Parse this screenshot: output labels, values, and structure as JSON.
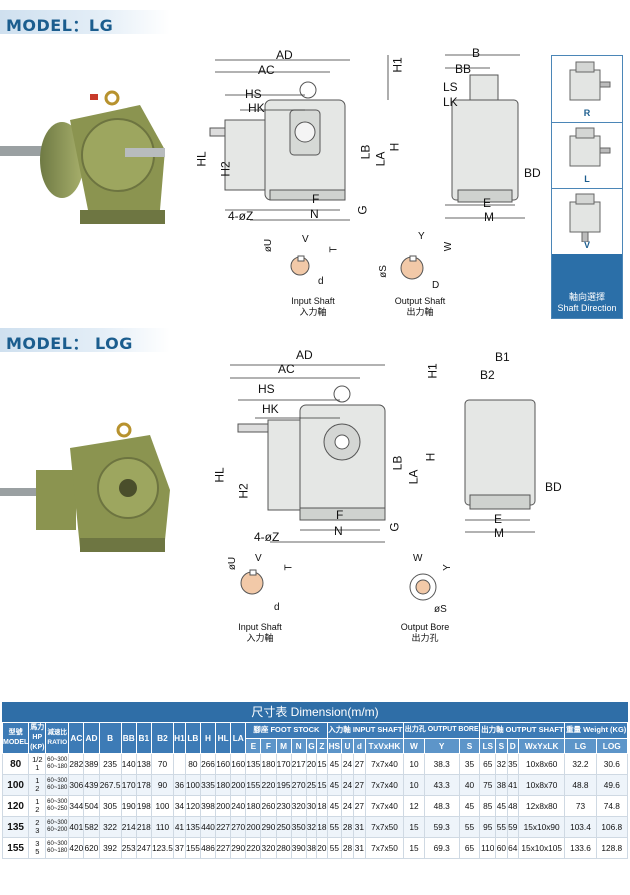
{
  "model_lg": {
    "title": "MODEL：LG"
  },
  "model_log": {
    "title": "MODEL： LOG"
  },
  "lg_dims": {
    "top": [
      "AD",
      "AC",
      "HS",
      "HK",
      "H1",
      "HL",
      "H2",
      "LB",
      "LA",
      "H",
      "F",
      "N",
      "G",
      "4-øZ"
    ],
    "side": [
      "B",
      "BB",
      "LS",
      "LK",
      "BD",
      "E",
      "M"
    ]
  },
  "log_dims": {
    "top": [
      "AD",
      "AC",
      "HS",
      "HK",
      "H1",
      "HL",
      "H2",
      "LB",
      "LA",
      "H",
      "F",
      "N",
      "G",
      "4-øZ"
    ],
    "side": [
      "B1",
      "B2",
      "BD",
      "E",
      "M"
    ]
  },
  "shaft_labels": {
    "input": [
      "øU",
      "V",
      "T",
      "d"
    ],
    "output_lg": [
      "Y",
      "W",
      "øS",
      "D"
    ],
    "output_log": [
      "W",
      "Y",
      "øS"
    ]
  },
  "captions": {
    "input_shaft_en": "Input Shaft",
    "input_shaft_zh": "入力軸",
    "output_shaft_en": "Output Shaft",
    "output_shaft_zh": "出力軸",
    "output_bore_en": "Output Bore",
    "output_bore_zh": "出力孔"
  },
  "shaft_direction": {
    "options": [
      "R",
      "L",
      "V"
    ],
    "label_zh": "軸向選擇",
    "label_en": "Shaft Direction"
  },
  "table": {
    "title": "尺寸表 Dimension(m/m)",
    "headers": {
      "model": "型號 MODEL",
      "hp": "馬力 HP (KP)",
      "ratio": "減速比 RATIO",
      "foot_stock": "腳座 FOOT STOCK",
      "input_shaft": "入力軸 INPUT SHAFT",
      "output_bore": "出力孔 OUTPUT BORE",
      "output_shaft": "出力軸 OUTPUT SHAFT",
      "weight": "重量 Weight (KG)"
    },
    "cols_main": [
      "AC",
      "AD",
      "B",
      "BB",
      "B1",
      "B2",
      "H1",
      "LB",
      "H",
      "HL",
      "LA"
    ],
    "cols_foot": [
      "E",
      "F",
      "M",
      "N",
      "G",
      "Z"
    ],
    "cols_input": [
      "HS",
      "U",
      "d",
      "TxVxHK"
    ],
    "cols_bore": [
      "W",
      "Y",
      "S"
    ],
    "cols_oshaft": [
      "LS",
      "S",
      "D",
      "WxYxLK"
    ],
    "cols_weight": [
      "LG",
      "LOG"
    ],
    "rows": [
      {
        "model": "80",
        "hp": [
          "1/2",
          "1"
        ],
        "ratio": [
          "60~300",
          "60~180"
        ],
        "vals": [
          "282",
          "389",
          "235",
          "140",
          "138",
          "70",
          "",
          "80",
          "266",
          "160",
          "160",
          "135",
          "180",
          "170",
          "217",
          "20",
          "15",
          "45",
          "24",
          "27",
          "7x7x40",
          "10",
          "38.3",
          "35",
          "65",
          "32",
          "35",
          "10x8x60",
          "32.2",
          "30.6"
        ]
      },
      {
        "model": "100",
        "hp": [
          "1",
          "2"
        ],
        "ratio": [
          "60~300",
          "60~180"
        ],
        "vals": [
          "306",
          "439",
          "267.5",
          "170",
          "178",
          "90",
          "36",
          "100",
          "335",
          "180",
          "200",
          "155",
          "220",
          "195",
          "270",
          "25",
          "15",
          "45",
          "24",
          "27",
          "7x7x40",
          "10",
          "43.3",
          "40",
          "75",
          "38",
          "41",
          "10x8x70",
          "48.8",
          "49.6"
        ]
      },
      {
        "model": "120",
        "hp": [
          "1",
          "2"
        ],
        "ratio": [
          "60~300",
          "60~250"
        ],
        "vals": [
          "344",
          "504",
          "305",
          "190",
          "198",
          "100",
          "34",
          "120",
          "398",
          "200",
          "240",
          "180",
          "260",
          "230",
          "320",
          "30",
          "18",
          "45",
          "24",
          "27",
          "7x7x40",
          "12",
          "48.3",
          "45",
          "85",
          "45",
          "48",
          "12x8x80",
          "73",
          "74.8"
        ]
      },
      {
        "model": "135",
        "hp": [
          "2",
          "3"
        ],
        "ratio": [
          "60~300",
          "60~200"
        ],
        "vals": [
          "401",
          "582",
          "322",
          "214",
          "218",
          "110",
          "41",
          "135",
          "440",
          "227",
          "270",
          "200",
          "290",
          "250",
          "350",
          "32",
          "18",
          "55",
          "28",
          "31",
          "7x7x50",
          "15",
          "59.3",
          "55",
          "95",
          "55",
          "59",
          "15x10x90",
          "103.4",
          "106.8"
        ]
      },
      {
        "model": "155",
        "hp": [
          "3",
          "5"
        ],
        "ratio": [
          "60~300",
          "60~180"
        ],
        "vals": [
          "420",
          "620",
          "392",
          "253",
          "247",
          "123.5",
          "37",
          "155",
          "486",
          "227",
          "290",
          "220",
          "320",
          "280",
          "390",
          "38",
          "20",
          "55",
          "28",
          "31",
          "7x7x50",
          "15",
          "69.3",
          "65",
          "110",
          "60",
          "64",
          "15x10x105",
          "133.6",
          "128.8"
        ]
      }
    ]
  }
}
